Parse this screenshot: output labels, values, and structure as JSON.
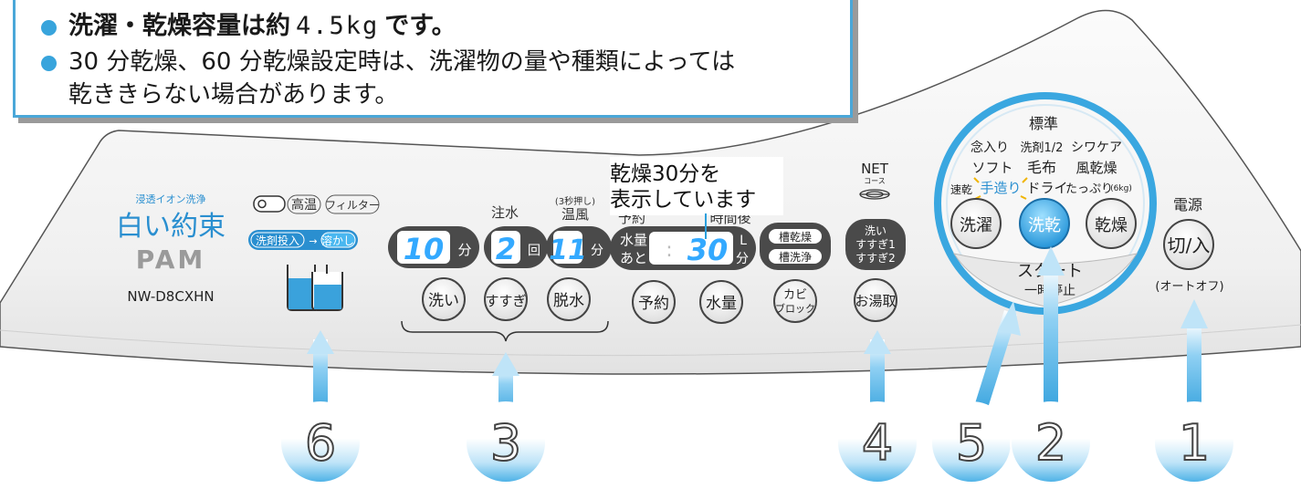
{
  "note": {
    "capacity_prefix": "洗濯・乾燥容量は約",
    "capacity_value": "4.5kg",
    "capacity_suffix": "です。",
    "bullet2_line1": "30 分乾燥、60 分乾燥設定時は、洗濯物の量や種類によっては",
    "bullet2_line2": "乾ききらない場合があります。"
  },
  "callout": {
    "line1": "乾燥30分を",
    "line2": "表示しています"
  },
  "brand": {
    "tagline": "浸透イオン洗浄",
    "name": "白い約束",
    "logo": "PAM",
    "model": "NW-D8CXHN"
  },
  "indicators": {
    "key": "O-m",
    "high_temp": "高温",
    "filter": "フィルター",
    "detergent": "洗剤投入",
    "dissolve": "溶かし"
  },
  "display_left": {
    "wash_minutes": "10",
    "wash_unit": "分",
    "rinse_label": "注水",
    "rinse_count": "2",
    "rinse_unit": "回",
    "spin_hint": "(3秒押し)",
    "spin_label": "温風",
    "spin_minutes": "11",
    "spin_unit": "分"
  },
  "display_center": {
    "reserve_label": "予約",
    "after_label": "時間後",
    "water_label": "水量",
    "remaining_label": "あと",
    "value": "30",
    "unit_l": "L",
    "unit_min": "分"
  },
  "modes": {
    "tub_dry": "槽乾燥",
    "tub_clean": "槽洗浄",
    "net_label": "NET",
    "net_course": "コース"
  },
  "hot_water": {
    "line1": "洗い",
    "line2": "すすぎ1",
    "line3": "すすぎ2"
  },
  "buttons": {
    "wash": "洗い",
    "rinse": "すすぎ",
    "spin": "脱水",
    "reserve": "予約",
    "water": "水量",
    "mold_block_1": "カビ",
    "mold_block_2": "ブロック",
    "hot_water": "お湯取",
    "course_wash": "洗濯",
    "course_wash_dry": "洗乾",
    "course_dry": "乾燥",
    "start_1": "スタート",
    "start_2": "一時停止",
    "power": "切/入"
  },
  "courses": {
    "standard": "標準",
    "careful": "念入り",
    "half_detergent": "洗剤1/2",
    "wrinkle": "シワケア",
    "soft": "ソフト",
    "blanket": "毛布",
    "air_dry": "風乾燥",
    "quick": "速乾",
    "handmade": "手造り",
    "dry": "ドライ",
    "plenty": "たっぷり",
    "plenty_spec": "(6kg)"
  },
  "power": {
    "label": "電源",
    "auto_off": "(オートオフ)"
  },
  "markers": [
    "6",
    "3",
    "4",
    "5",
    "2",
    "1"
  ],
  "colors": {
    "accent": "#38a4dc",
    "segment": "#33a9ff",
    "display_bg": "#4a4a4a",
    "panel": "#f2f2f2"
  }
}
